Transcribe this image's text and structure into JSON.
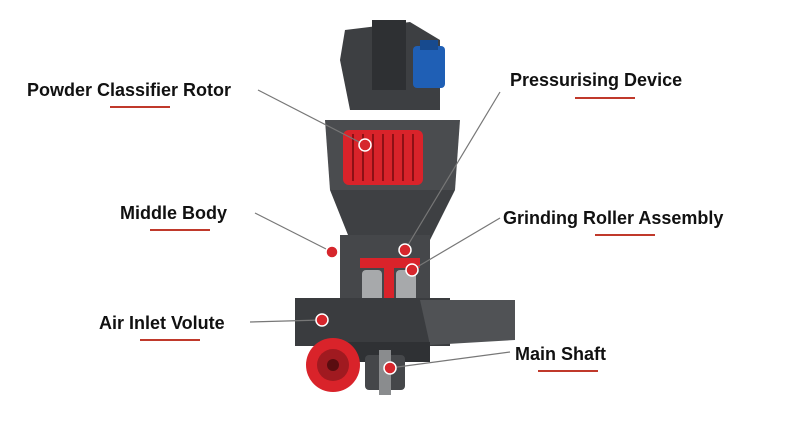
{
  "labels": {
    "powder_classifier_rotor": "Powder Classifier Rotor",
    "pressurising_device": "Pressurising Device",
    "middle_body": "Middle Body",
    "grinding_roller_assembly": "Grinding Roller Assembly",
    "air_inlet_volute": "Air Inlet Volute",
    "main_shaft": "Main Shaft"
  },
  "colors": {
    "label_text": "#111111",
    "underline": "#c0392b",
    "leader_line": "#777777",
    "marker": "#d6262c",
    "machine_dark": "#3a3a3c",
    "machine_mid": "#55575a",
    "machine_light": "#707274",
    "accent_red": "#d9232a",
    "motor_blue": "#1f5fb5"
  }
}
